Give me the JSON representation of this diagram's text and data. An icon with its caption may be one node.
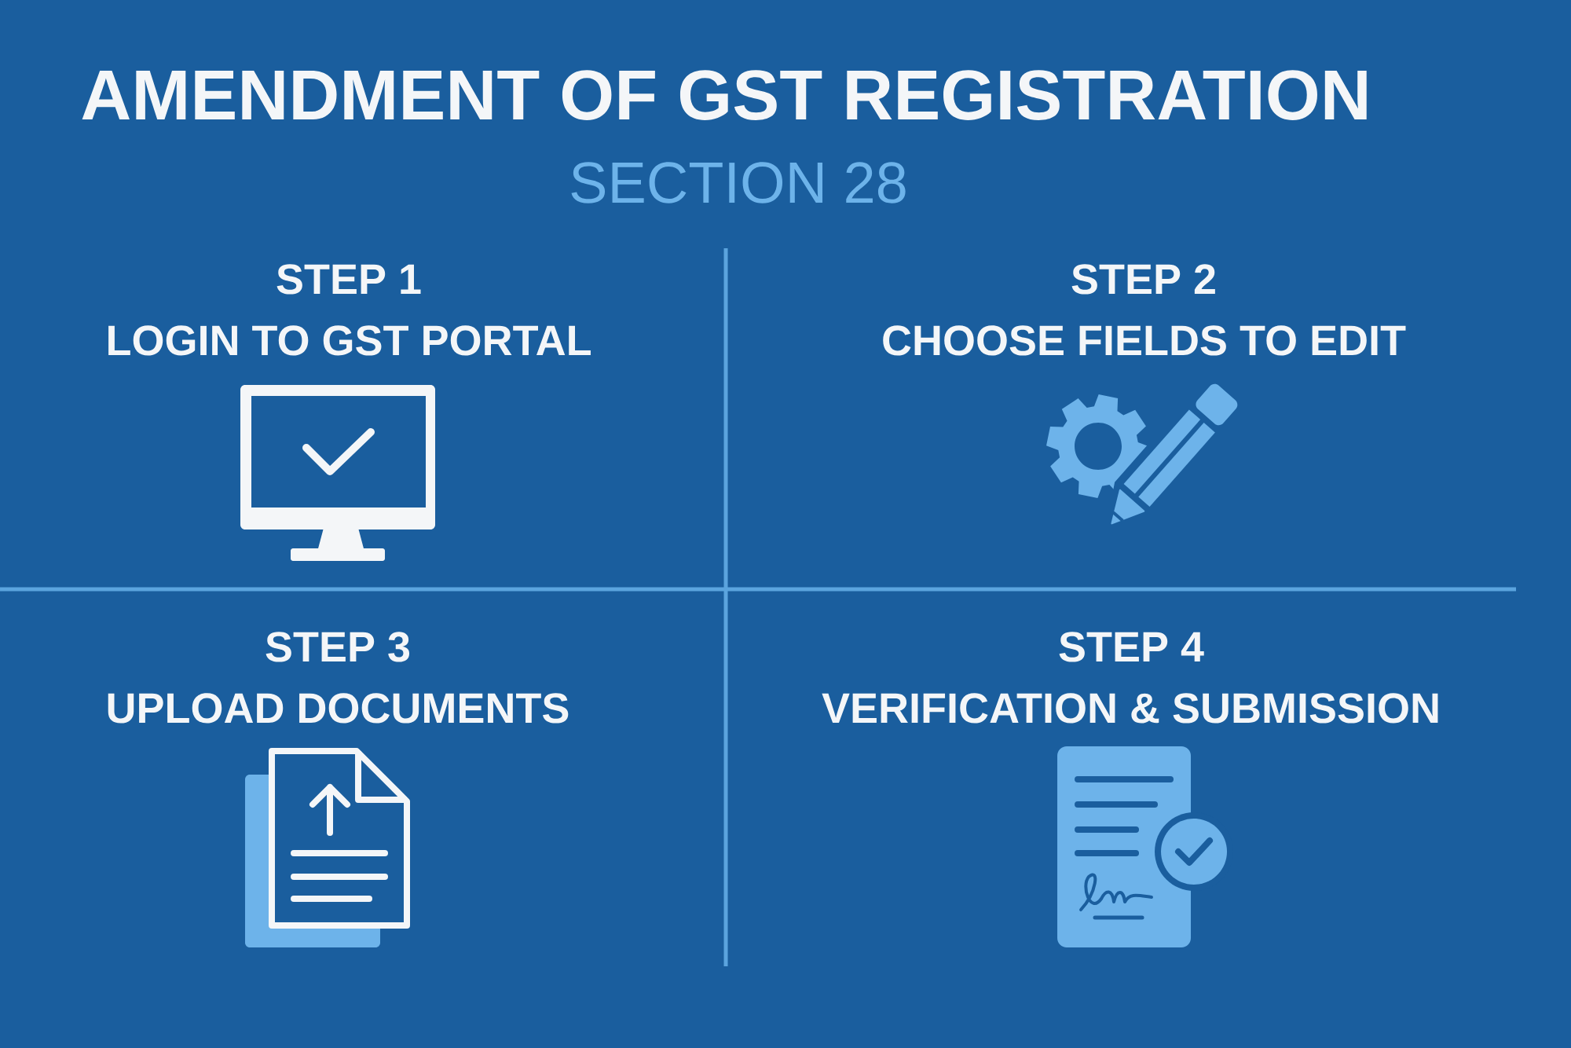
{
  "diagram": {
    "title": "AMENDMENT OF GST REGISTRATION",
    "nodes": [
      {
        "text": [
          "STEP 1",
          "LOGIN TO GST PORTAL"
        ]
      },
      {
        "text": [
          "STEP 2",
          "CHOOSE FIELDS TO EDIT"
        ]
      },
      {
        "text": [
          "STEP 3",
          "UPLOAD DOCUMENTS"
        ]
      },
      {
        "text": [
          "STEP 4",
          "VERIFICATION & SUBMISSION"
        ]
      }
    ],
    "labels": [
      "SECTION 28"
    ]
  }
}
